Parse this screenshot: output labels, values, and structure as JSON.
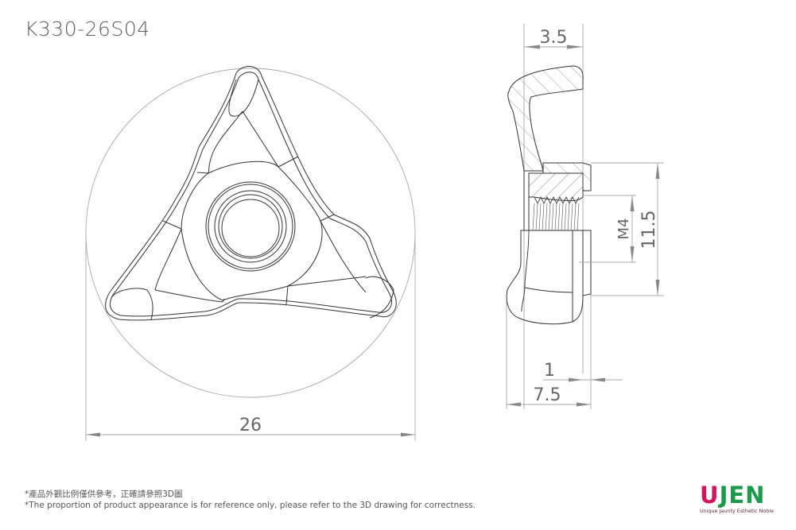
{
  "title": "K330-26S04",
  "front_view": {
    "diameter_dim": "26"
  },
  "side_view": {
    "top_width_dim": "3.5",
    "thread_dim": "M4",
    "bore_height_dim": "11.5",
    "step_dim": "1",
    "total_width_dim": "7.5"
  },
  "notes": {
    "zh": "*產品外觀比例僅供參考，正確請參照3D圖",
    "en": "*The proportion of product appearance is for reference only, please refer to the 3D drawing for correctness."
  },
  "logo": {
    "u": "U",
    "rest": "JEN",
    "tagline": "Unique Jaunty Esthetic Noble",
    "u_color": "#d4145a",
    "jen_color": "#1a9a4a"
  }
}
